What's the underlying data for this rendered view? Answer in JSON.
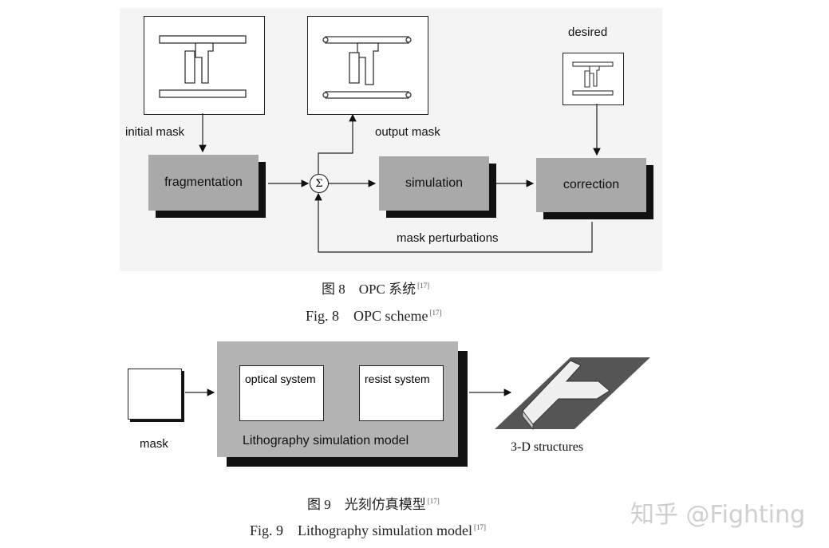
{
  "fig8": {
    "labels": {
      "initial_mask": "initial mask",
      "output_mask": "output mask",
      "desired": "desired",
      "fragmentation": "fragmentation",
      "simulation": "simulation",
      "correction": "correction",
      "sum_symbol": "Σ",
      "mask_perturbations": "mask perturbations"
    },
    "caption_cn": "图 8　OPC 系统",
    "caption_cn_ref": "[17]",
    "caption_en": "Fig. 8　OPC scheme",
    "caption_en_ref": "[17]"
  },
  "fig9": {
    "labels": {
      "mask": "mask",
      "optical_system": "optical system",
      "resist_system": "resist system",
      "model": "Lithography simulation model",
      "structures": "3-D structures"
    },
    "caption_cn": "图 9　光刻仿真模型",
    "caption_cn_ref": "[17]",
    "caption_en": "Fig. 9　Lithography simulation model",
    "caption_en_ref": "[17]"
  },
  "watermark": "知乎 @Fighting"
}
